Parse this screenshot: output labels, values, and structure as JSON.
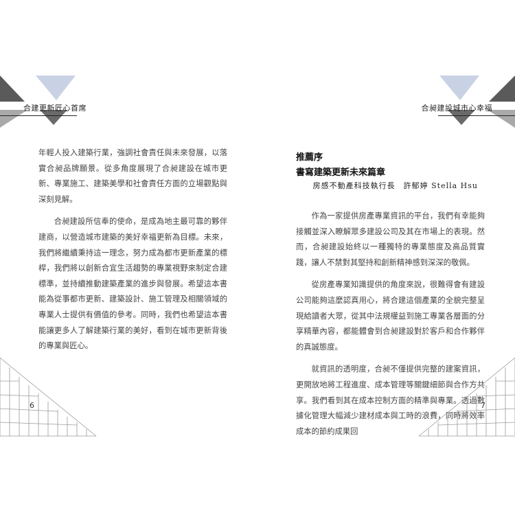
{
  "left_page": {
    "chapter_label": "合建更新匠心首席",
    "page_number": "6",
    "paragraphs": [
      "年輕人投入建築行業，強調社會責任與未來發展，以落實合昶品牌願景。從多角度展現了合昶建設在城市更新、專業施工、建築美學和社會責任方面的立場觀點與深刻見解。",
      "合昶建設所信奉的使命，是成為地主最可靠的夥伴建商，以營造城市建築的美好幸福更新為目標。未來，我們將繼續秉持這一理念，努力成為都市更新產業的標桿，我們將以創新合宜生活趨勢的專業視野來制定合建標準，並持續推動建築產業的進步與發展。希望這本書能為從事都市更新、建築設計、施工管理及相關領域的專業人士提供有價值的參考。同時，我們也希望這本書能讓更多人了解建築行業的美好，看到在城市更新背後的專業與匠心。"
    ]
  },
  "right_page": {
    "chapter_label": "合昶建設城市心幸福",
    "page_number": "7",
    "section_label": "推薦序",
    "section_title": "書寫建築更新未來篇章",
    "byline": "房感不動產科技執行長　許郁婷 Stella Hsu",
    "paragraphs": [
      "作為一家提供房產專業資訊的平台，我們有幸能夠接觸並深入瞭解眾多建設公司及其在市場上的表現。然而，合昶建設始終以一種獨特的專業態度及高品質實踐，讓人不禁對其堅持和創新精神感到深深的敬佩。",
      "從房產專業知識提供的角度來說，很難得會有建設公司能夠這麼認真用心，將合建這個產業的全貌完整呈現給讀者大眾，從其中法規權益到施工專業各層面的分享精華內容，都能體會到合昶建設對於客戶和合作夥伴的真誠態度。",
      "就資訊的透明度，合昶不僅提供完整的建案資訊，更開放地將工程進度、成本管理等關鍵細節與合作方共享。我們看到其在成本控制方面的精準與專業。透過數據化管理大幅減少建材成本與工時的浪費，同時將效率成本的節約成果回"
    ]
  },
  "colors": {
    "dark_gray": "#5a5a5a",
    "mid_gray": "#a9a9a9",
    "light_blue": "#c9d2e4",
    "black": "#111111"
  }
}
